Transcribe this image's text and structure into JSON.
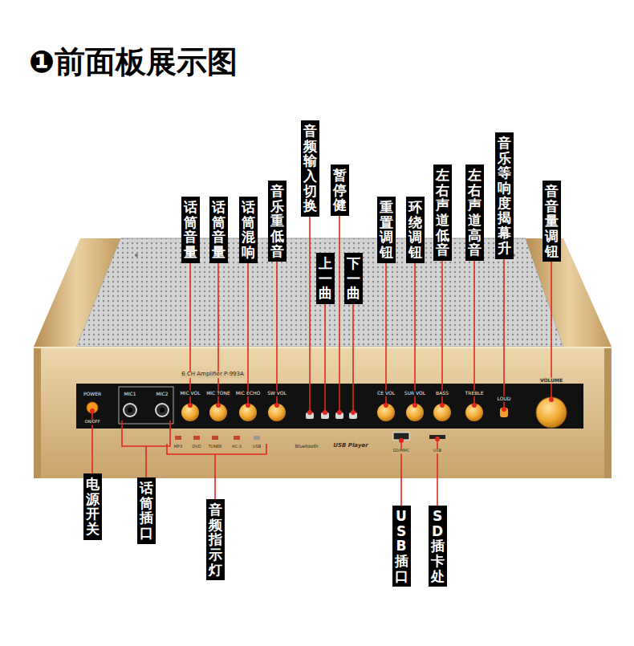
{
  "diagram": {
    "title": "❶前面板展示图",
    "nodes": [
      {
        "text": [
          "话筒音量"
        ]
      },
      {
        "text": [
          "话筒音量"
        ]
      },
      {
        "text": [
          "话筒混响"
        ]
      },
      {
        "text": [
          "音乐重低音"
        ]
      },
      {
        "text": [
          "音频输入切换"
        ]
      },
      {
        "text": [
          "上一曲"
        ]
      },
      {
        "text": [
          "暂停健"
        ]
      },
      {
        "text": [
          "下一曲"
        ]
      },
      {
        "text": [
          "重置调钮"
        ]
      },
      {
        "text": [
          "环绕调钮"
        ]
      },
      {
        "text": [
          "左右声道低音"
        ]
      },
      {
        "text": [
          "左右声道高音"
        ]
      },
      {
        "text": [
          "音乐等响度揭幕升"
        ]
      },
      {
        "text": [
          "音音量调钮"
        ]
      },
      {
        "text": [
          "电源开关"
        ]
      },
      {
        "text": [
          "话筒插口"
        ]
      },
      {
        "text": [
          "音频指示灯"
        ]
      },
      {
        "text": [
          "USB插口"
        ]
      },
      {
        "text": [
          "SD插卡处"
        ]
      }
    ],
    "labels": [
      "POWER",
      "MIC1",
      "MIC2",
      "6 CH Amplifier P-993A",
      "MIC VOL",
      "MIC TONE",
      "MIC ECHO",
      "SW VOL",
      "CE VOL",
      "SUR VOL",
      "BASS",
      "TREBLE",
      "LOUD",
      "VOLUME",
      "MP3",
      "DVD",
      "TUNER",
      "AC-3",
      "USB",
      "Bluetooth",
      "USB Player",
      "SD/MMC",
      "USB",
      "ON/OFF"
    ]
  }
}
